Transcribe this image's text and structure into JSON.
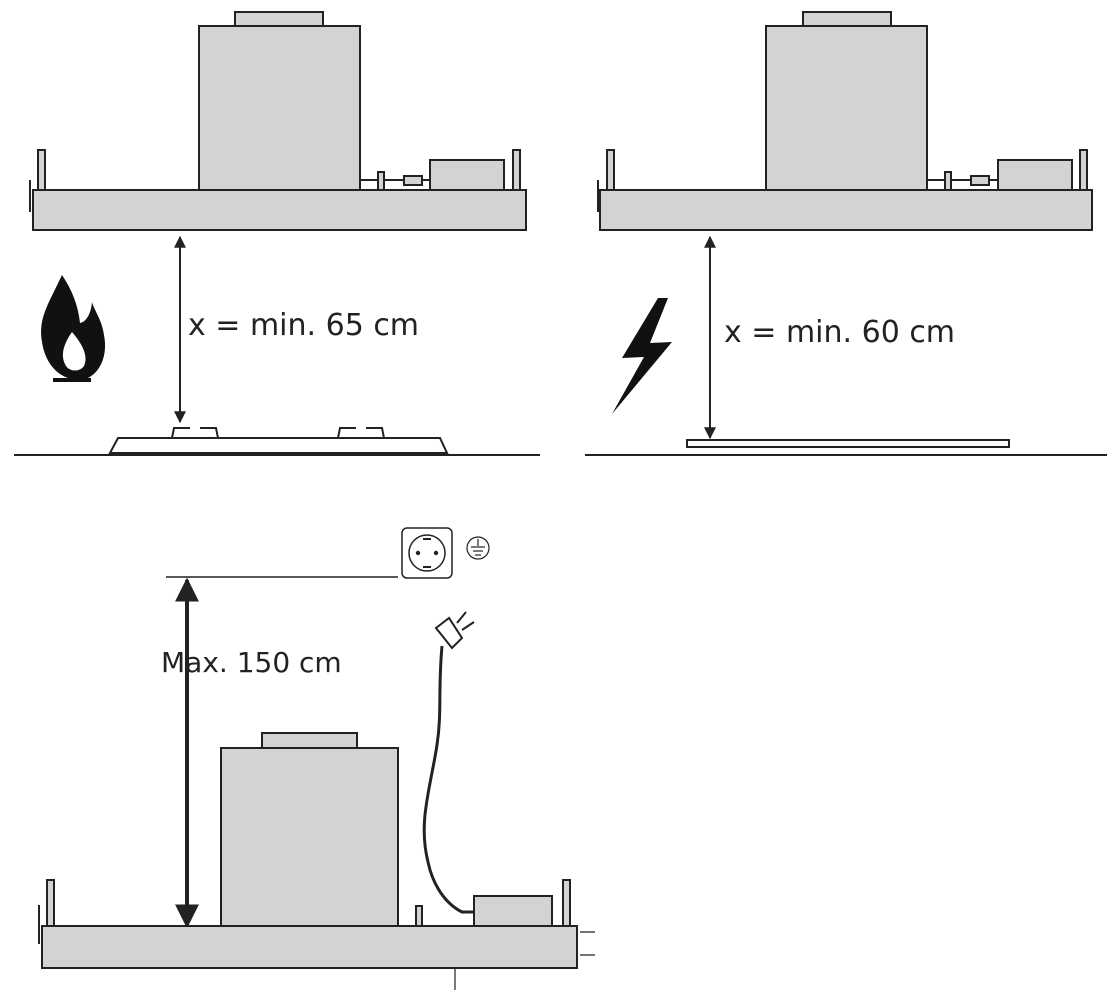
{
  "gas_section": {
    "distance_label": "x = min. 65 cm",
    "icon": "flame-icon"
  },
  "electric_section": {
    "distance_label": "x = min. 60 cm",
    "icon": "lightning-icon"
  },
  "connection_section": {
    "height_label": "Max. 150 cm",
    "socket_icon": "power-socket-icon",
    "ground_icon": "ground-symbol-icon",
    "plug_icon": "power-plug-icon"
  },
  "colors": {
    "hood_fill": "#d3d3d3",
    "line": "#222222",
    "symbol": "#111111"
  }
}
